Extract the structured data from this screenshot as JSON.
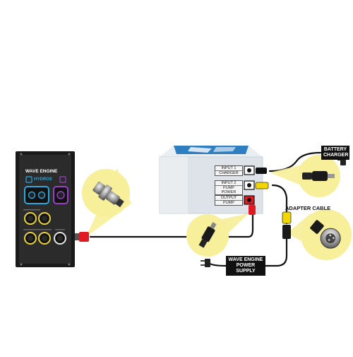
{
  "controller": {
    "brand_line": "WAVE ENGINE",
    "logo_text": "HYDROS"
  },
  "power_box": {
    "ports": [
      {
        "name": "INPUT 1",
        "role": "CHARGER",
        "plug_color": "#111111"
      },
      {
        "name": "INPUT 2",
        "role": "PUMP POWER",
        "plug_color": "#f2d600"
      },
      {
        "name": "OUTPUT",
        "role": "PUMP",
        "plug_color": "#e01a22"
      }
    ]
  },
  "labels": {
    "battery_charger": "BATTERY CHARGER",
    "adapter_cable": "ADAPTER CABLE",
    "power_supply": "WAVE ENGINE POWER SUPPLY"
  },
  "colors": {
    "cable": "#111111",
    "callout": "#f7ef9a",
    "red_plug": "#e01a22",
    "yellow_plug": "#f2d600",
    "box_blue": "#2d7fc1",
    "port_blue": "#2aa8e0",
    "port_purple": "#9b3fc9",
    "port_yellow": "#e8d23a"
  }
}
